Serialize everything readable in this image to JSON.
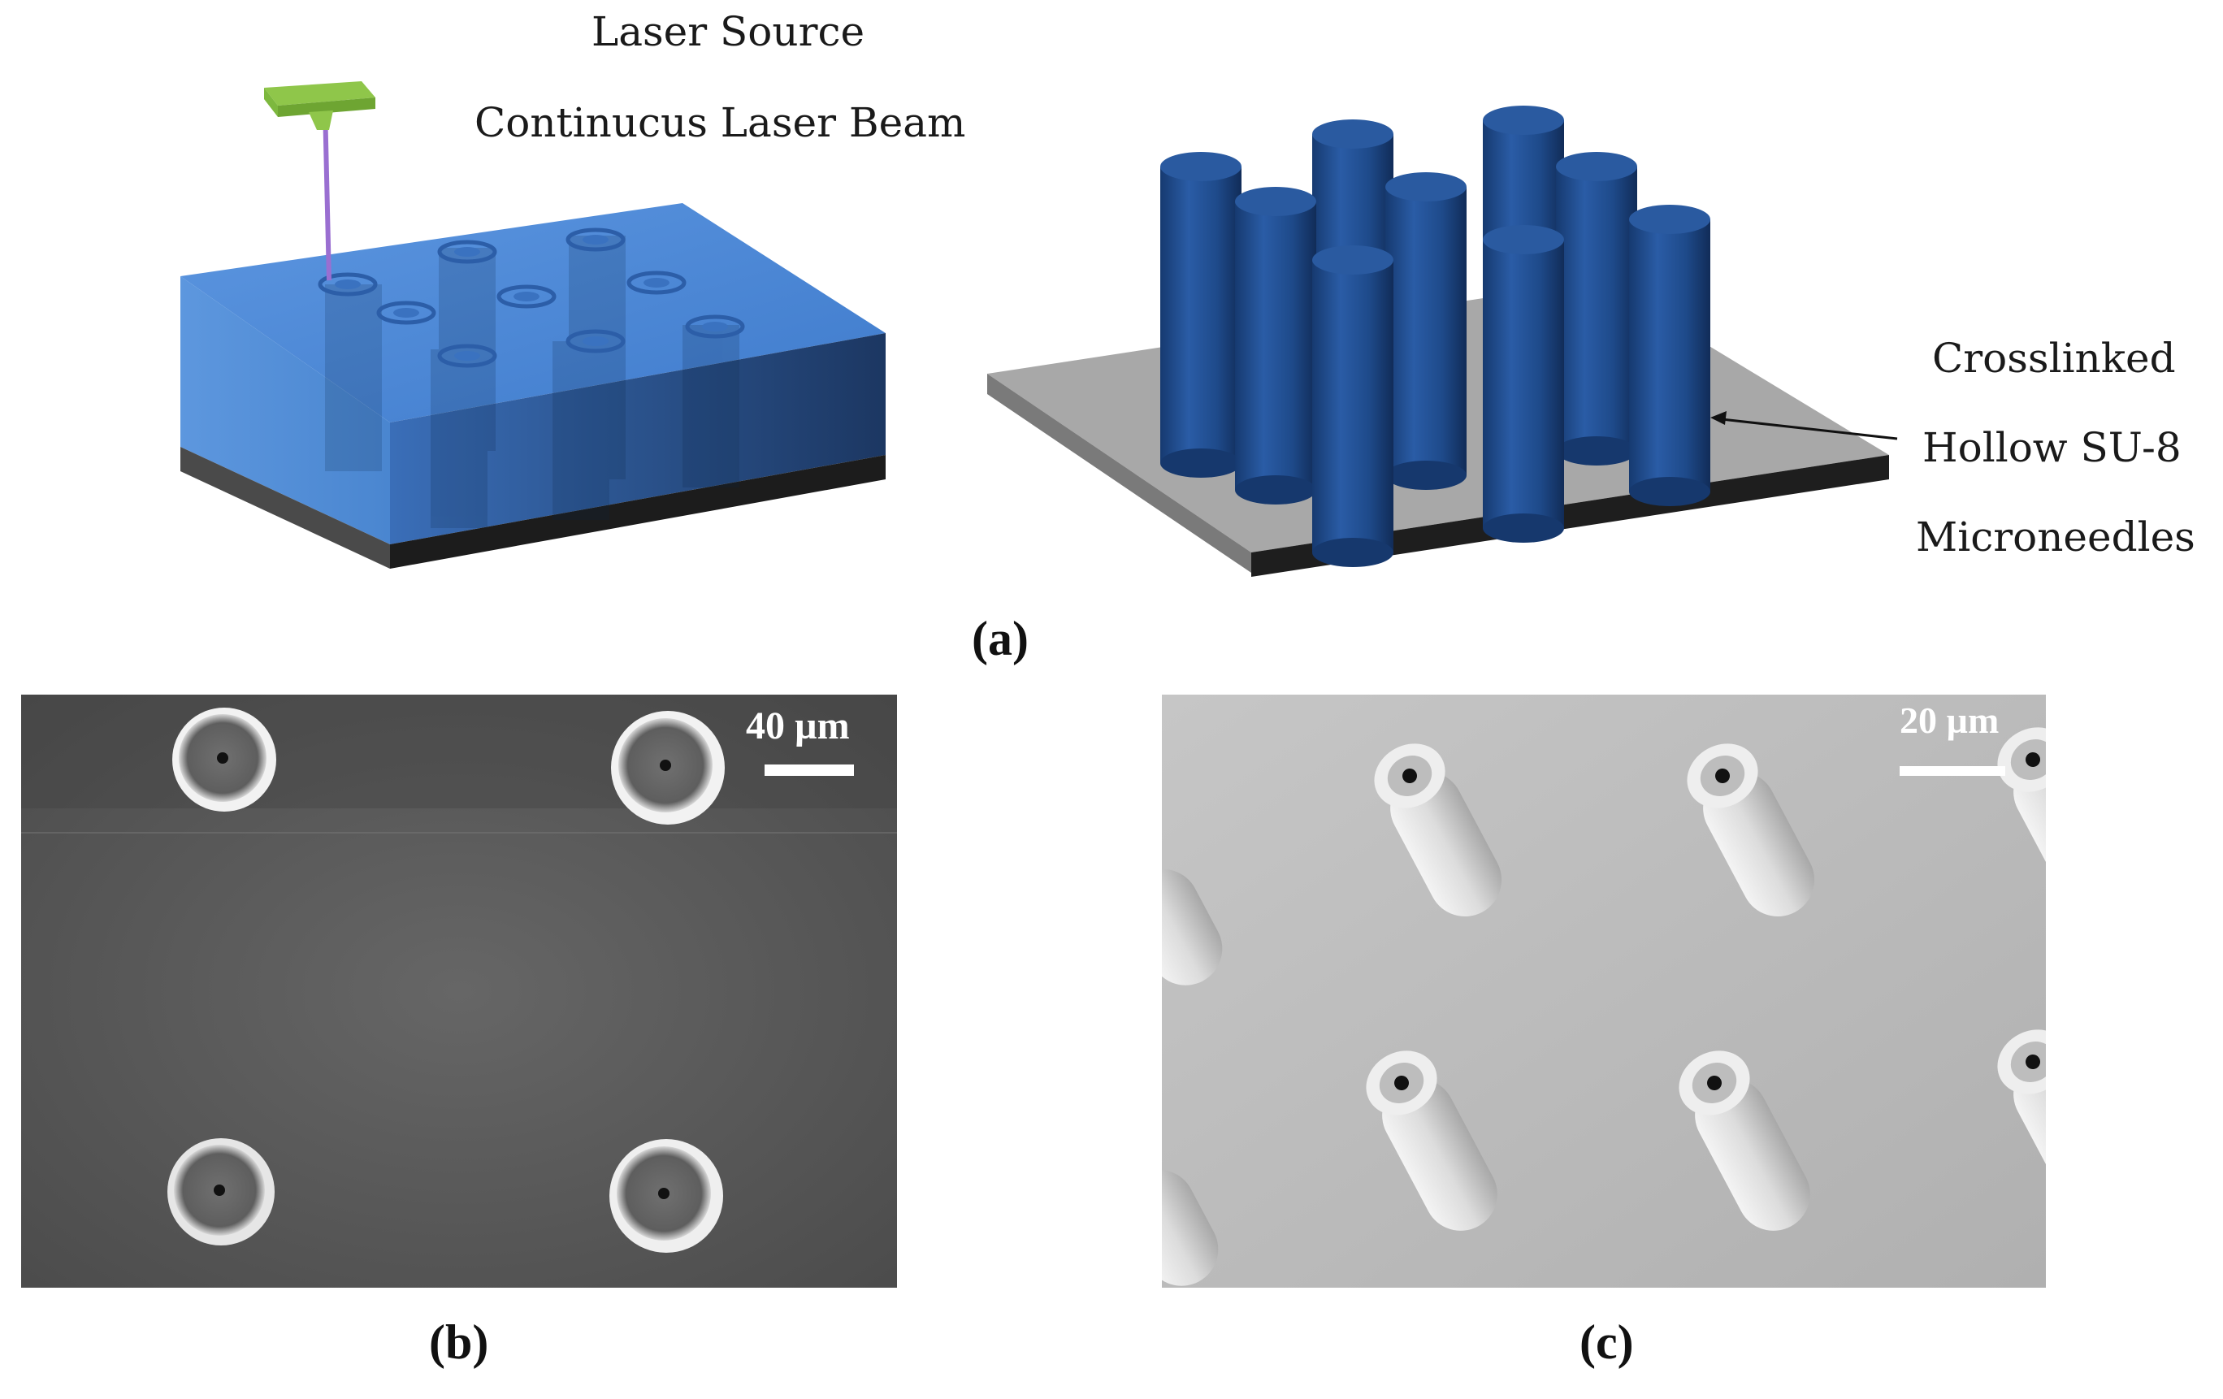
{
  "panel_a": {
    "laser_source_label": "Laser Source",
    "beam_label": "Continucus Laser Beam",
    "right_label_line1": "Crosslinked",
    "right_label_line2": "Hollow SU-8",
    "right_label_line3": "Microneedles",
    "caption": "(a)"
  },
  "panel_b": {
    "scale_label": "40 µm",
    "caption": "(b)"
  },
  "panel_c": {
    "scale_label": "20 µm",
    "caption": "(c)"
  },
  "colors": {
    "block_top": "#4a86d8",
    "block_front": "#1f3f6e",
    "needle": "#1f4d8f",
    "substrate": "#a9a9a9",
    "laser_head": "#8fc64a",
    "sem_b_bg": "#5b5b5b",
    "sem_c_bg": "#bcbcbc"
  }
}
